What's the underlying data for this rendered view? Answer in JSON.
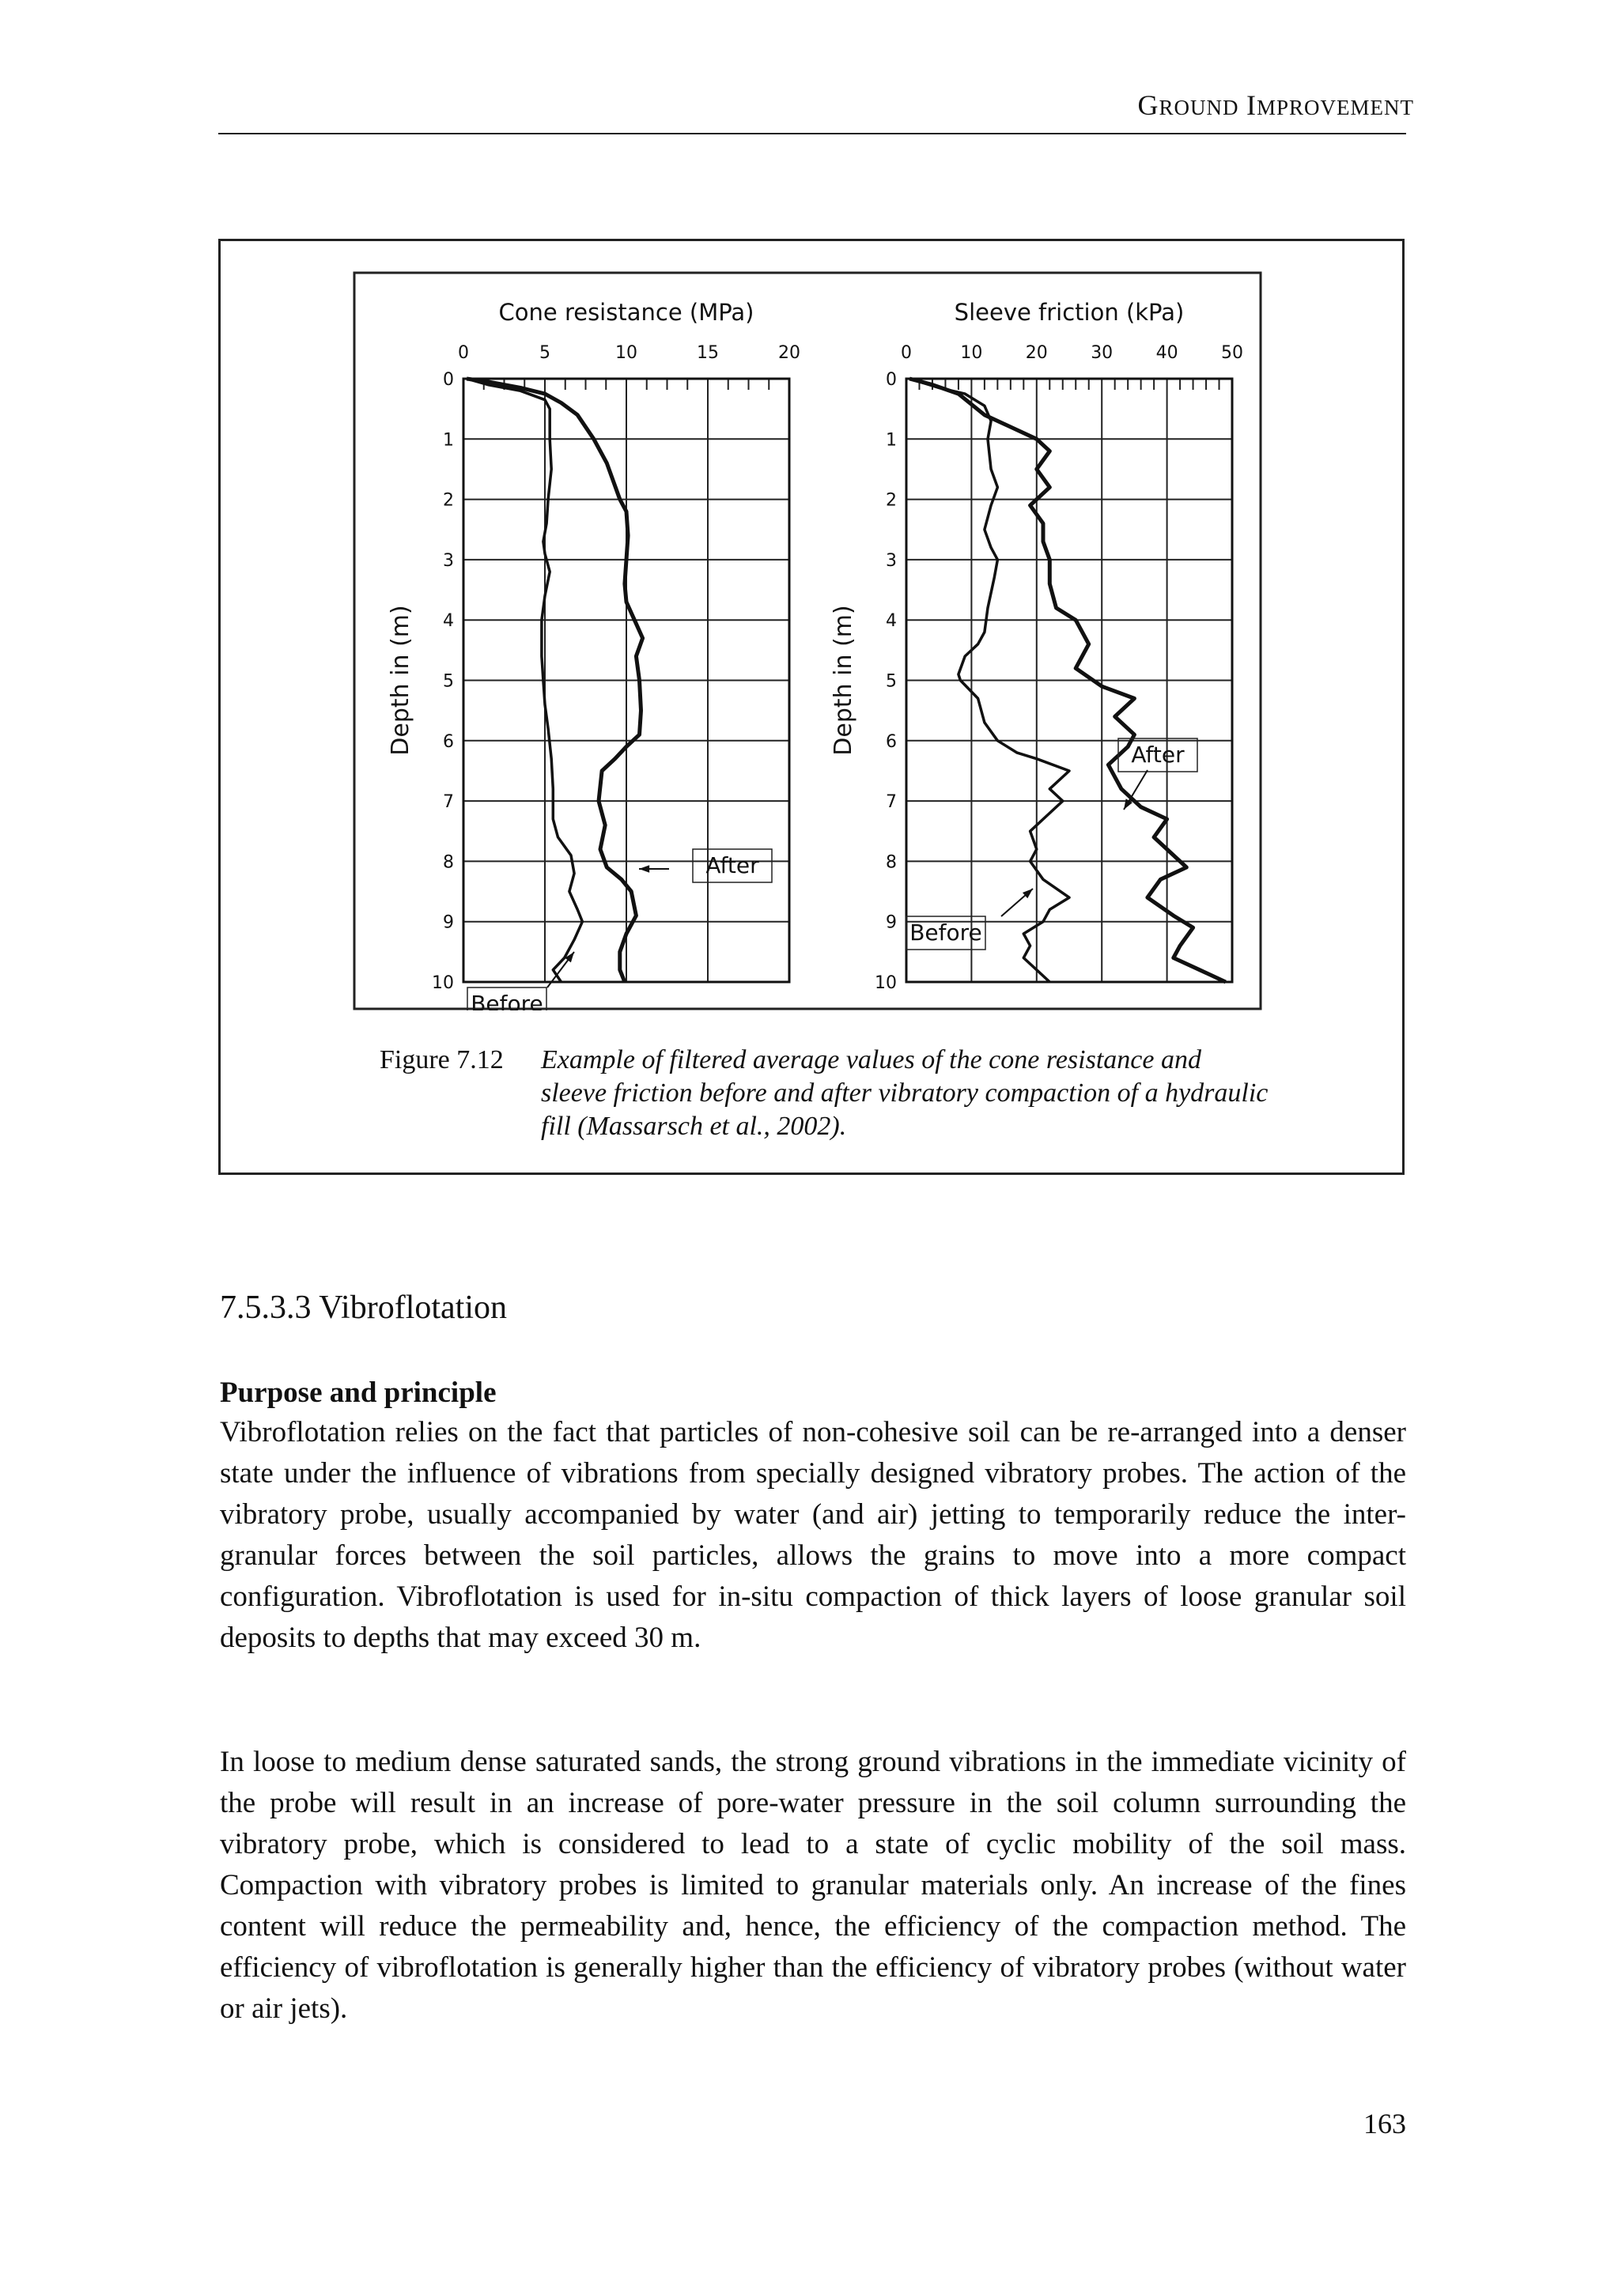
{
  "header": {
    "running_head": "Ground improvement",
    "page_number": "163"
  },
  "figure": {
    "label": "Figure 7.12",
    "caption": "Example of filtered average values of the cone resistance and sleeve friction before and after vibratory compaction of a hydraulic fill (Massarsch et al., 2002)."
  },
  "chart_data": [
    {
      "type": "line",
      "title": "Cone resistance (MPa)",
      "xlabel": "Cone resistance (MPa)",
      "ylabel": "Depth in (m)",
      "xlim": [
        0,
        20
      ],
      "ylim": [
        10,
        0
      ],
      "xticks": [
        0,
        5,
        10,
        15,
        20
      ],
      "xtick_labels": [
        "0",
        "5",
        "10",
        "15",
        "20"
      ],
      "yticks": [
        0,
        1,
        2,
        3,
        4,
        5,
        6,
        7,
        8,
        9,
        10
      ],
      "ytick_labels": [
        "0",
        "1",
        "2",
        "3",
        "4",
        "5",
        "6",
        "7",
        "8",
        "9",
        "10"
      ],
      "grid": true,
      "annotations": [
        "After",
        "Before"
      ],
      "series": [
        {
          "name": "Before",
          "points": [
            [
              0.2,
              0
            ],
            [
              1.5,
              0.1
            ],
            [
              3.5,
              0.2
            ],
            [
              5,
              0.35
            ],
            [
              5.3,
              0.5
            ],
            [
              5.3,
              1
            ],
            [
              5.4,
              1.5
            ],
            [
              5.2,
              2
            ],
            [
              5.1,
              2.4
            ],
            [
              4.9,
              2.7
            ],
            [
              5.0,
              2.9
            ],
            [
              5.3,
              3.2
            ],
            [
              5.0,
              3.6
            ],
            [
              4.8,
              4
            ],
            [
              4.8,
              4.6
            ],
            [
              4.9,
              5
            ],
            [
              5.0,
              5.4
            ],
            [
              5.2,
              5.8
            ],
            [
              5.4,
              6.3
            ],
            [
              5.5,
              6.8
            ],
            [
              5.5,
              7.3
            ],
            [
              5.8,
              7.6
            ],
            [
              6.6,
              7.9
            ],
            [
              6.8,
              8.2
            ],
            [
              6.5,
              8.5
            ],
            [
              7.0,
              8.8
            ],
            [
              7.3,
              9.0
            ],
            [
              6.8,
              9.3
            ],
            [
              6.2,
              9.6
            ],
            [
              5.5,
              9.8
            ],
            [
              6.0,
              10
            ]
          ],
          "color": "#111111"
        },
        {
          "name": "After",
          "points": [
            [
              0.2,
              0
            ],
            [
              1.5,
              0.05
            ],
            [
              3.5,
              0.15
            ],
            [
              5,
              0.25
            ],
            [
              6,
              0.4
            ],
            [
              7,
              0.6
            ],
            [
              8,
              1
            ],
            [
              8.8,
              1.4
            ],
            [
              9.6,
              2
            ],
            [
              10,
              2.2
            ],
            [
              10.1,
              2.6
            ],
            [
              10.0,
              3
            ],
            [
              9.9,
              3.4
            ],
            [
              10.0,
              3.7
            ],
            [
              10.5,
              4
            ],
            [
              11.0,
              4.3
            ],
            [
              10.6,
              4.6
            ],
            [
              10.8,
              5
            ],
            [
              10.9,
              5.5
            ],
            [
              10.8,
              5.9
            ],
            [
              10.0,
              6.1
            ],
            [
              9.3,
              6.3
            ],
            [
              8.5,
              6.5
            ],
            [
              8.3,
              7.0
            ],
            [
              8.7,
              7.4
            ],
            [
              8.4,
              7.8
            ],
            [
              8.8,
              8.1
            ],
            [
              9.7,
              8.3
            ],
            [
              10.3,
              8.5
            ],
            [
              10.6,
              8.9
            ],
            [
              10.0,
              9.2
            ],
            [
              9.6,
              9.5
            ],
            [
              9.6,
              9.8
            ],
            [
              9.9,
              10
            ]
          ],
          "color": "#111111"
        }
      ]
    },
    {
      "type": "line",
      "title": "Sleeve friction (kPa)",
      "xlabel": "Sleeve friction (kPa)",
      "ylabel": "Depth in (m)",
      "xlim": [
        0,
        50
      ],
      "ylim": [
        10,
        0
      ],
      "xticks": [
        0,
        10,
        20,
        30,
        40,
        50
      ],
      "xtick_labels": [
        "0",
        "10",
        "20",
        "30",
        "40",
        "50"
      ],
      "yticks": [
        0,
        1,
        2,
        3,
        4,
        5,
        6,
        7,
        8,
        9,
        10
      ],
      "ytick_labels": [
        "0",
        "1",
        "2",
        "3",
        "4",
        "5",
        "6",
        "7",
        "8",
        "9",
        "10"
      ],
      "grid": true,
      "annotations": [
        "After",
        "Before"
      ],
      "series": [
        {
          "name": "Before",
          "points": [
            [
              0.5,
              0
            ],
            [
              5,
              0.15
            ],
            [
              9,
              0.25
            ],
            [
              12,
              0.45
            ],
            [
              13,
              0.7
            ],
            [
              12.5,
              1
            ],
            [
              13,
              1.5
            ],
            [
              14,
              1.8
            ],
            [
              13,
              2.1
            ],
            [
              12,
              2.5
            ],
            [
              13,
              2.8
            ],
            [
              14,
              3.0
            ],
            [
              13.5,
              3.3
            ],
            [
              12.5,
              3.8
            ],
            [
              12,
              4.2
            ],
            [
              11,
              4.4
            ],
            [
              9,
              4.6
            ],
            [
              8,
              4.9
            ],
            [
              8.3,
              5.0
            ],
            [
              11,
              5.3
            ],
            [
              12,
              5.7
            ],
            [
              14,
              6.0
            ],
            [
              17,
              6.2
            ],
            [
              20,
              6.3
            ],
            [
              25,
              6.5
            ],
            [
              22,
              6.8
            ],
            [
              24,
              7.0
            ],
            [
              22,
              7.2
            ],
            [
              19,
              7.5
            ],
            [
              20,
              7.8
            ],
            [
              19,
              8.0
            ],
            [
              21,
              8.3
            ],
            [
              25,
              8.6
            ],
            [
              22,
              8.8
            ],
            [
              21,
              9.0
            ],
            [
              18,
              9.2
            ],
            [
              19,
              9.4
            ],
            [
              18,
              9.6
            ],
            [
              20,
              9.8
            ],
            [
              22,
              10
            ]
          ],
          "color": "#111111"
        },
        {
          "name": "After",
          "points": [
            [
              0.5,
              0
            ],
            [
              4,
              0.1
            ],
            [
              8,
              0.25
            ],
            [
              12,
              0.6
            ],
            [
              16,
              0.8
            ],
            [
              20,
              1.0
            ],
            [
              22,
              1.2
            ],
            [
              20,
              1.5
            ],
            [
              22,
              1.8
            ],
            [
              19,
              2.1
            ],
            [
              21,
              2.4
            ],
            [
              21,
              2.7
            ],
            [
              22,
              3.0
            ],
            [
              22,
              3.4
            ],
            [
              23,
              3.8
            ],
            [
              26,
              4.0
            ],
            [
              28,
              4.4
            ],
            [
              26,
              4.8
            ],
            [
              30,
              5.1
            ],
            [
              35,
              5.3
            ],
            [
              32,
              5.6
            ],
            [
              35,
              5.9
            ],
            [
              34,
              6.1
            ],
            [
              31,
              6.4
            ],
            [
              33,
              6.8
            ],
            [
              36,
              7.1
            ],
            [
              40,
              7.3
            ],
            [
              38,
              7.6
            ],
            [
              40,
              7.8
            ],
            [
              43,
              8.1
            ],
            [
              39,
              8.3
            ],
            [
              37,
              8.6
            ],
            [
              41,
              8.9
            ],
            [
              44,
              9.1
            ],
            [
              42,
              9.4
            ],
            [
              41,
              9.6
            ],
            [
              45,
              9.8
            ],
            [
              49,
              10
            ]
          ],
          "color": "#111111"
        }
      ]
    }
  ],
  "section": {
    "number": "7.5.3.3",
    "title": "Vibroflotation",
    "full_title": "7.5.3.3   Vibroflotation"
  },
  "subsection": {
    "title": "Purpose and principle"
  },
  "paragraphs": [
    "Vibroflotation relies on the fact that particles of non-cohesive soil can be re-arranged into a denser state under the influence of vibrations from specially designed vibratory probes. The action of the vibratory probe, usually accompanied by water (and air) jetting to temporarily reduce the inter-granular forces between the soil particles, allows the grains to move into a more compact configuration. Vibroflotation is used for in-situ compaction of thick layers of loose granular soil deposits to depths that may exceed 30 m.",
    "In loose to medium dense saturated sands, the strong ground vibrations in the immediate vicinity of the probe will result in an increase of pore-water pressure in the soil column surrounding the vibratory probe, which is considered to lead to a state of cyclic mobility of the soil mass. Compaction with vibratory probes is limited to granular materials only. An increase of the fines content will reduce the permeability and, hence, the efficiency of the compaction method. The efficiency of vibroflotation is generally higher than the efficiency of vibratory probes (without water or air jets)."
  ]
}
